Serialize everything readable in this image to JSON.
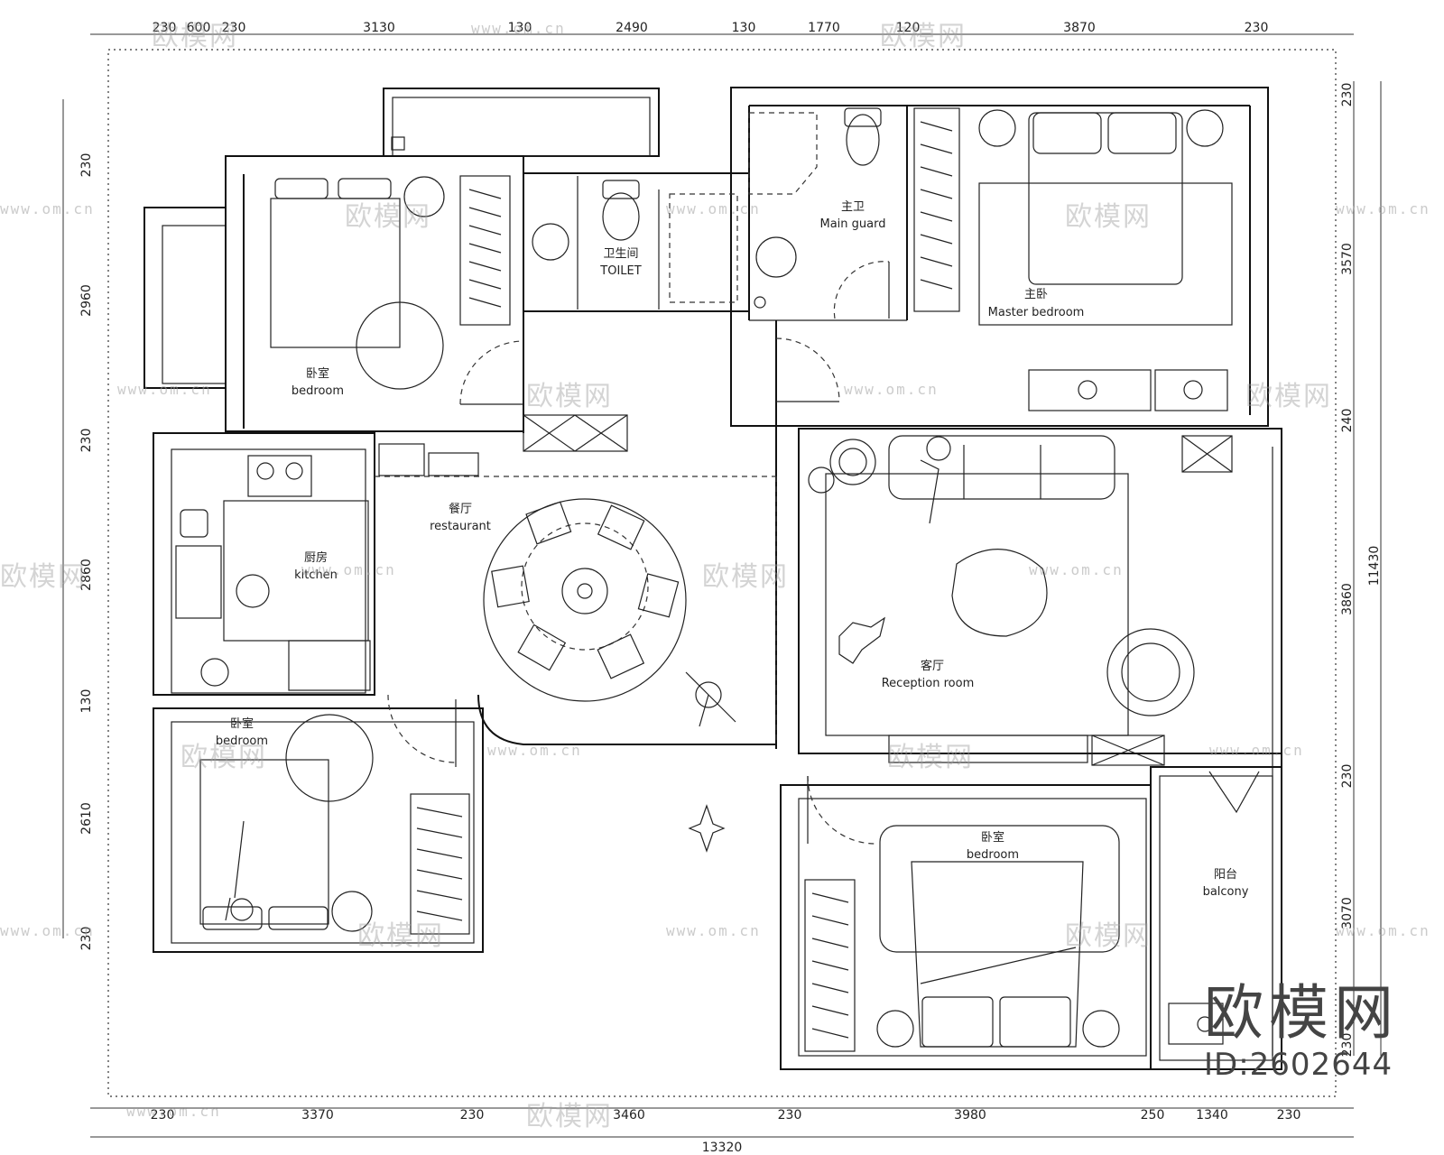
{
  "dims": {
    "top": [
      "230",
      "600",
      "230",
      "3130",
      "130",
      "2490",
      "130",
      "1770",
      "120",
      "3870",
      "230"
    ],
    "bottom": [
      "230",
      "3370",
      "230",
      "3460",
      "230",
      "3980",
      "250",
      "1340",
      "230"
    ],
    "total_width": "13320",
    "left": [
      "230",
      "2960",
      "230",
      "2860",
      "130",
      "2610",
      "230"
    ],
    "right": [
      "230",
      "3570",
      "240",
      "3860",
      "230",
      "3070",
      "230"
    ],
    "total_height": "11430"
  },
  "rooms": {
    "bedroom_nw": {
      "cn": "卧室",
      "en": "bedroom"
    },
    "toilet": {
      "cn": "卫生间",
      "en": "TOILET"
    },
    "main_guard": {
      "cn": "主卫",
      "en": "Main guard"
    },
    "master_bedroom": {
      "cn": "主卧",
      "en": "Master bedroom"
    },
    "restaurant": {
      "cn": "餐厅",
      "en": "restaurant"
    },
    "kitchen": {
      "cn": "厨房",
      "en": "kitchen"
    },
    "reception": {
      "cn": "客厅",
      "en": "Reception room"
    },
    "bedroom_sw": {
      "cn": "卧室",
      "en": "bedroom"
    },
    "bedroom_se": {
      "cn": "卧室",
      "en": "bedroom"
    },
    "balcony": {
      "cn": "阳台",
      "en": "balcony"
    }
  },
  "watermark": {
    "logo": "欧模网",
    "url": "www.om.cn",
    "id": "ID:2602644"
  },
  "colors": {
    "line": "#111111",
    "background": "#ffffff",
    "watermark": "#a0a0a0"
  }
}
